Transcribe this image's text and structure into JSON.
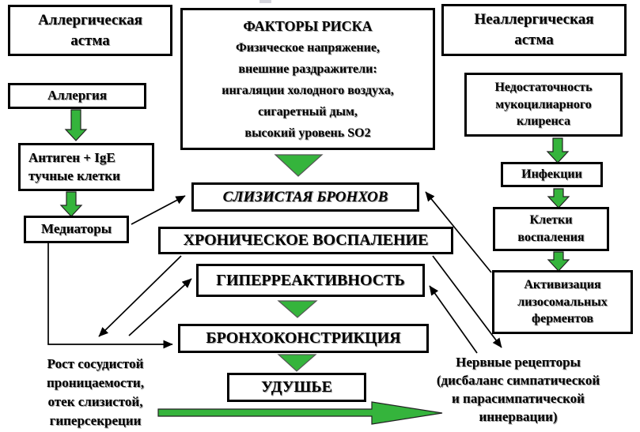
{
  "palette": {
    "arrow_green": "#35b43c",
    "line_black": "#000000",
    "box_border": "#000000",
    "background": "#ffffff"
  },
  "boxes": {
    "allergic_header": {
      "lines": [
        "Аллергическая",
        "астма"
      ]
    },
    "allergy": {
      "label": "Аллергия"
    },
    "antigen": {
      "lines": [
        "Антиген + IgE",
        "тучные клетки"
      ]
    },
    "mediators": {
      "label": "Медиаторы"
    },
    "risk_factors": {
      "title": "ФАКТОРЫ РИСКА",
      "lines": [
        "Физическое напряжение,",
        "внешние раздражители:",
        "ингаляции холодного воздуха,",
        "сигаретный дым,",
        "высокий уровень SO2"
      ]
    },
    "nonallergic_header": {
      "lines": [
        "Неаллергическая",
        "астма"
      ]
    },
    "mucociliary": {
      "lines": [
        "Недостаточность",
        "мукоцилиарного",
        "клиренса"
      ]
    },
    "infections": {
      "label": "Инфекции"
    },
    "inflammation_cells": {
      "lines": [
        "Клетки",
        "воспаления"
      ]
    },
    "lysosomal": {
      "lines": [
        "Активизация",
        "лизосомальных",
        "ферментов"
      ]
    },
    "mucosa": {
      "label": "СЛИЗИСТАЯ БРОНХОВ"
    },
    "chronic_inflammation": {
      "label": "ХРОНИЧЕСКОЕ ВОСПАЛЕНИЕ"
    },
    "hyperreactivity": {
      "label": "ГИПЕРРЕАКТИВНОСТЬ"
    },
    "bronchoconstriction": {
      "label": "БРОНХОКОНСТРИКЦИЯ"
    },
    "suffocation": {
      "label": "УДУШЬЕ"
    }
  },
  "notes": {
    "vascular": {
      "lines": [
        "Рост сосудистой",
        "проницаемости,",
        "отек слизистой,",
        "гиперсекреции"
      ]
    },
    "nervous": {
      "lines": [
        "Нервные рецепторы",
        "(дисбаланс симпатической",
        "и парасимпатической",
        "иннервации)"
      ]
    }
  }
}
